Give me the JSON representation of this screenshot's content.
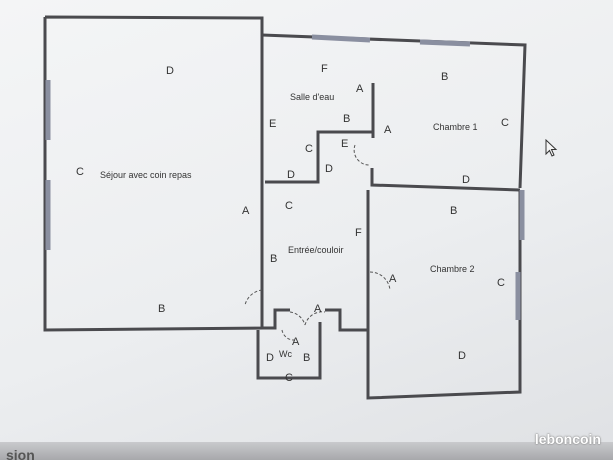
{
  "rooms": {
    "sejour": "Séjour avec coin repas",
    "salle_eau": "Salle d'eau",
    "chambre1": "Chambre 1",
    "entree": "Entrée/couloir",
    "chambre2": "Chambre 2",
    "wc": "Wc"
  },
  "wall_letters": {
    "A": "A",
    "B": "B",
    "C": "C",
    "D": "D",
    "E": "E",
    "F": "F"
  },
  "footer": {
    "partial_text": "sion"
  },
  "watermark": "leboncoin"
}
